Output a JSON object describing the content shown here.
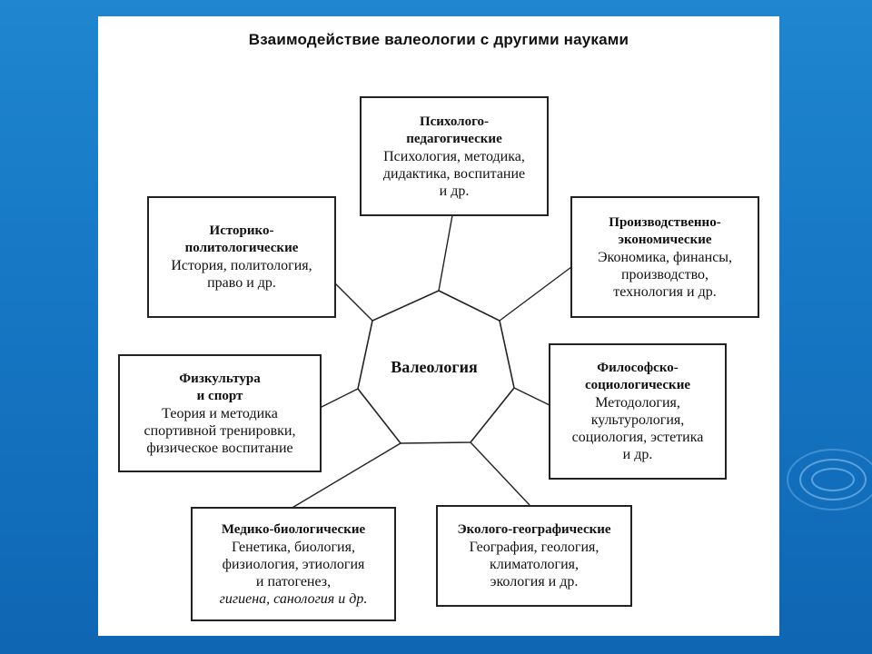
{
  "diagram": {
    "title": "Взаимодействие валеологии с другими науками",
    "center": "Валеология",
    "boxes": {
      "psych": {
        "head_lines": [
          "Психолого-",
          "педагогические"
        ],
        "body_lines": [
          "Психология, методика,",
          "дидактика, воспитание",
          "и др."
        ]
      },
      "prod": {
        "head_lines": [
          "Производственно-",
          "экономические"
        ],
        "body_lines": [
          "Экономика, финансы,",
          "производство,",
          "технология и др."
        ]
      },
      "phil": {
        "head_lines": [
          "Философско-",
          "социологические"
        ],
        "body_lines": [
          "Методология,",
          "культурология,",
          "социология, эстетика",
          "и др."
        ]
      },
      "eco": {
        "head_lines": [
          "Эколого-географические"
        ],
        "body_lines": [
          "География, геология,",
          "климатология,",
          "экология и др."
        ]
      },
      "med": {
        "head_lines": [
          "Медико-биологические"
        ],
        "body_lines": [
          "Генетика, биология,",
          "физиология, этиология",
          "и патогенез,",
          "гигиена, санология и др."
        ]
      },
      "sport": {
        "head_lines": [
          "Физкультура",
          "и спорт"
        ],
        "body_lines": [
          "Теория и методика",
          "спортивной тренировки,",
          "физическое воспитание"
        ]
      },
      "hist": {
        "head_lines": [
          "Историко-",
          "политологические"
        ],
        "body_lines": [
          "История, политология,",
          "право и др."
        ]
      }
    }
  }
}
